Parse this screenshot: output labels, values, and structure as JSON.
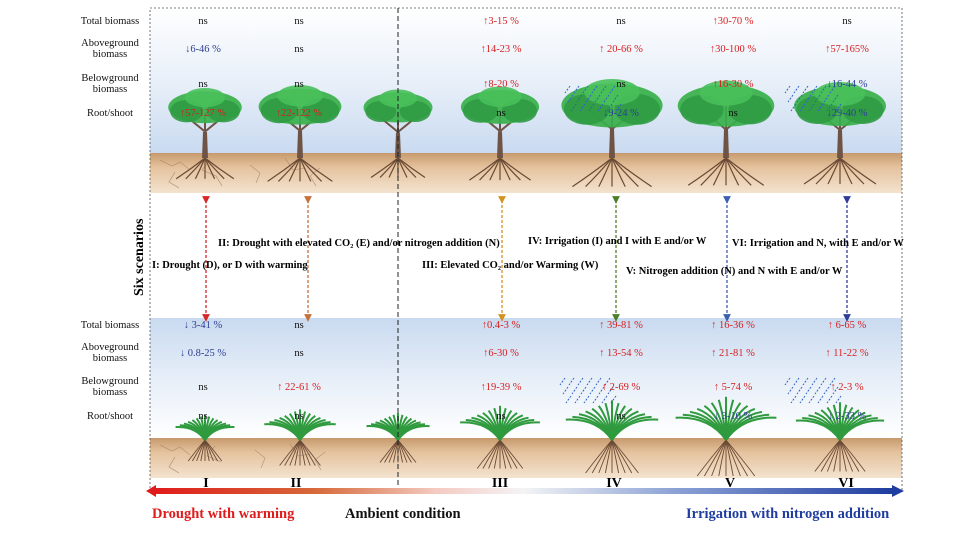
{
  "row_labels": [
    "Total biomass",
    "Aboveground biomass",
    "Belowground biomass",
    "Root/shoot"
  ],
  "tree_values": [
    [
      "ns",
      "ns",
      "↑3-15 %",
      "ns",
      "↑30-70 %",
      "ns"
    ],
    [
      "↓6-46 %",
      "ns",
      "↑14-23 %",
      "↑ 20-66 %",
      "↑30-100 %",
      "↑57-165%"
    ],
    [
      "ns",
      "ns",
      "↑8-20 %",
      "ns",
      "↑16-30 %",
      "↓16-44 %"
    ],
    [
      "↑57-127 %",
      "↑22-122 %",
      "ns",
      "↓9-24 %",
      "ns",
      "↓29-40 %"
    ]
  ],
  "grass_values": [
    [
      "↓ 3-41 %",
      "ns",
      "↑0.4-3 %",
      "↑ 39-81 %",
      "↑ 16-36 %",
      "↑ 6-65 %"
    ],
    [
      "↓ 0.8-25 %",
      "ns",
      "↑6-30 %",
      "↑ 13-54 %",
      "↑ 21-81 %",
      "↑ 11-22 %"
    ],
    [
      "ns",
      "↑ 22-61 %",
      "↑19-39 %",
      "↑ 2-69 %",
      "↑ 5-74 %",
      "↑ 2-3 %"
    ],
    [
      "ns",
      "ns",
      "ns",
      "ns",
      "↓ 3-10 %",
      "↓ 2-33 %"
    ]
  ],
  "scenario_side_label": "Six scenarios",
  "scenarios": [
    {
      "text": "I: Drought (D), or D with warming",
      "color": "#e02a2a"
    },
    {
      "text": "II: Drought with elevated CO₂ (E) and/or nitrogen addition (N)",
      "color": "#c8602a"
    },
    {
      "text": "III: Elevated CO₂ and/or Warming (W)",
      "color": "#d49a22"
    },
    {
      "text": "IV: Irrigation (I) and I with E and/or W",
      "color": "#3f7a2a"
    },
    {
      "text": "V: Nitrogen addition (N) and N with E and/or W",
      "color": "#3a5fb0"
    },
    {
      "text": "VI: Irrigation and N, with E and/or W",
      "color": "#303c9a"
    }
  ],
  "roman_labels": [
    "I",
    "II",
    "III",
    "IV",
    "V",
    "VI"
  ],
  "roman_colors": [
    "#d72626",
    "#c8703a",
    "#d4921e",
    "#4a7f2a",
    "#3a5fb0",
    "#303c9a"
  ],
  "footer": {
    "left": "Drought with warming",
    "center": "Ambient condition",
    "right": "Irrigation with nitrogen addition"
  },
  "colors": {
    "increase": "#d61f1f",
    "decrease": "#2c3f95",
    "soil": "#e8c9a5",
    "foliage": "#38b04a",
    "grass": "#2f9a3e"
  }
}
